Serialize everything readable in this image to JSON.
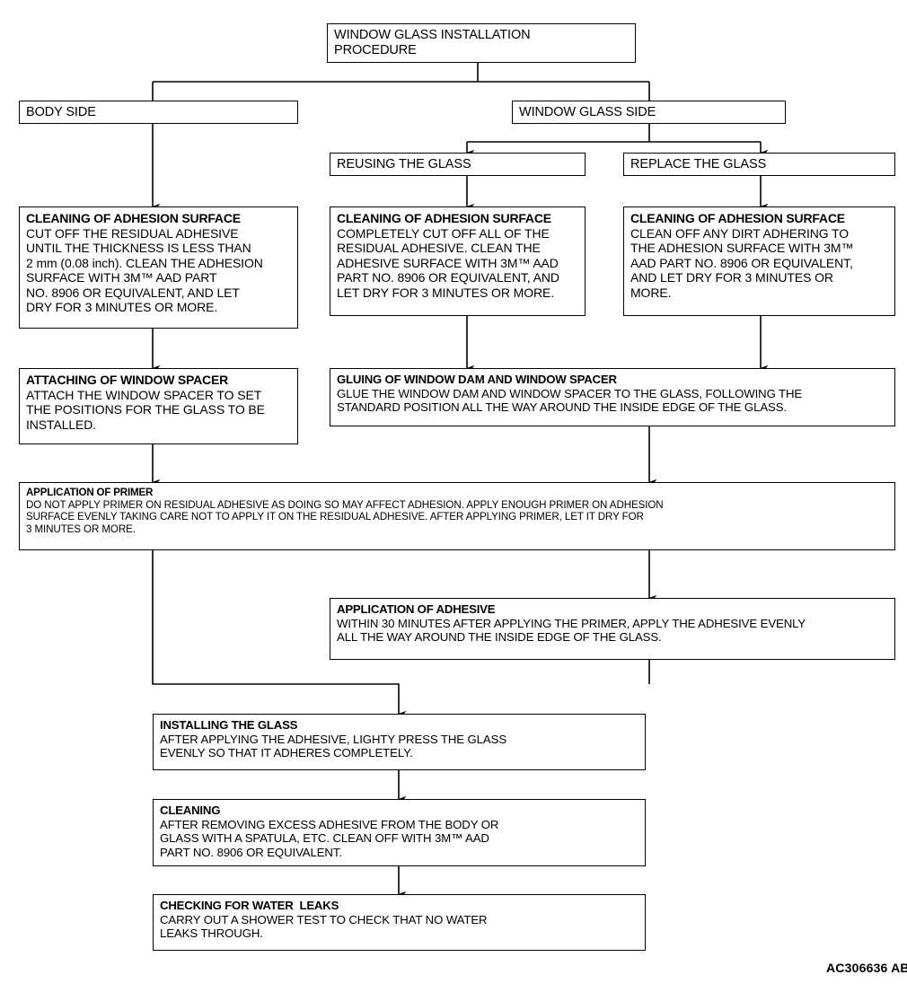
{
  "diagram": {
    "title": "WINDOW GLASS INSTALLATION PROCEDURE",
    "reference_code": "AC306636 AB",
    "nodes": {
      "root": {
        "title": "WINDOW GLASS INSTALLATION\nPROCEDURE",
        "body": ""
      },
      "body_side": {
        "title": "BODY SIDE",
        "body": ""
      },
      "window_glass_side": {
        "title": "WINDOW GLASS SIDE",
        "body": ""
      },
      "reusing_the_glass": {
        "title": "REUSING THE GLASS",
        "body": ""
      },
      "replace_the_glass": {
        "title": "REPLACE  THE GLASS",
        "body": ""
      },
      "cleaning_body": {
        "title": "CLEANING OF ADHESION SURFACE",
        "body": "CUT OFF THE RESIDUAL ADHESIVE\nUNTIL THE THICKNESS IS LESS THAN\n2 mm (0.08 inch). CLEAN THE ADHESION\nSURFACE WITH 3M™ AAD PART\nNO. 8906 OR EQUIVALENT, AND LET\nDRY FOR 3 MINUTES OR MORE."
      },
      "cleaning_reuse": {
        "title": "CLEANING OF ADHESION SURFACE",
        "body": "COMPLETELY CUT OFF ALL OF THE\nRESIDUAL ADHESIVE. CLEAN THE\nADHESIVE SURFACE WITH 3M™ AAD\nPART NO. 8906 OR EQUIVALENT, AND\nLET DRY FOR 3 MINUTES OR MORE."
      },
      "cleaning_replace": {
        "title": "CLEANING OF ADHESION SURFACE",
        "body": "CLEAN OFF ANY DIRT ADHERING TO\nTHE ADHESION SURFACE WITH 3M™\nAAD PART NO. 8906 OR EQUIVALENT,\nAND LET DRY FOR 3 MINUTES OR\nMORE."
      },
      "attaching_spacer": {
        "title": "ATTACHING OF WINDOW SPACER",
        "body": "ATTACH THE WINDOW SPACER TO SET\nTHE POSITIONS FOR THE GLASS TO BE\nINSTALLED."
      },
      "gluing_dam": {
        "title": "GLUING OF WINDOW DAM AND WINDOW SPACER",
        "body": "GLUE THE WINDOW DAM AND WINDOW SPACER TO THE GLASS, FOLLOWING THE\nSTANDARD POSITION ALL THE WAY AROUND THE INSIDE EDGE OF THE GLASS."
      },
      "application_primer": {
        "title": "APPLICATION OF PRIMER",
        "body": "DO NOT APPLY PRIMER ON RESIDUAL ADHESIVE AS DOING SO MAY AFFECT ADHESION. APPLY ENOUGH PRIMER ON ADHESION\nSURFACE EVENLY TAKING CARE NOT TO APPLY IT ON THE RESIDUAL ADHESIVE. AFTER APPLYING PRIMER, LET IT DRY FOR\n3 MINUTES OR MORE."
      },
      "application_adhesive": {
        "title": "APPLICATION OF ADHESIVE",
        "body": "WITHIN 30 MINUTES AFTER APPLYING THE PRIMER, APPLY THE ADHESIVE EVENLY\nALL THE WAY AROUND THE INSIDE EDGE OF THE GLASS."
      },
      "installing_glass": {
        "title": "INSTALLING THE GLASS",
        "body": "AFTER APPLYING THE ADHESIVE, LIGHTY  PRESS THE GLASS\nEVENLY SO THAT IT ADHERES COMPLETELY."
      },
      "cleaning_final": {
        "title": "CLEANING",
        "body": "AFTER REMOVING EXCESS ADHESIVE FROM THE BODY OR\nGLASS WITH A SPATULA, ETC. CLEAN OFF  WITH 3M™ AAD\nPART NO. 8906 OR EQUIVALENT."
      },
      "checking_leaks": {
        "title": "CHECKING FOR WATER  LEAKS",
        "body": "CARRY OUT A SHOWER TEST TO CHECK THAT NO WATER\nLEAKS THROUGH."
      }
    },
    "colors": {
      "line": "#000000",
      "box_fill": "#ffffff",
      "text": "#000000"
    }
  }
}
